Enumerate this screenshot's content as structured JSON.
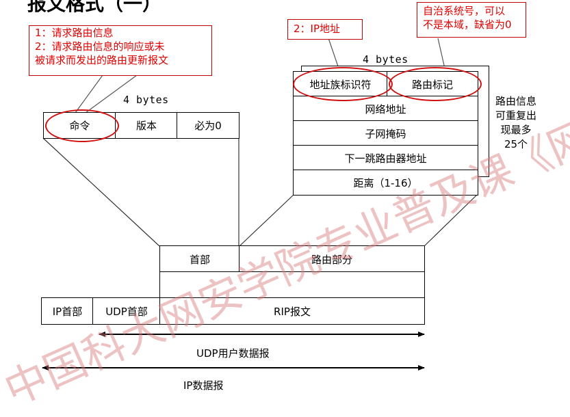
{
  "title_fragment": "报文格式（一）",
  "watermark": "中国科大网安学院专业普及课《网络协议安全》",
  "callouts": {
    "command": [
      "1：请求路由信息",
      "2：请求路由信息的响应或未",
      "被请求而发出的路由更新报文"
    ],
    "ip_address": "2：IP地址",
    "route_tag": [
      "自治系统号，可以",
      "不是本域，缺省为0"
    ]
  },
  "header_box": {
    "bytes_label": "4 bytes",
    "cells": [
      "命令",
      "版本",
      "必为0"
    ]
  },
  "route_box": {
    "bytes_label": "4 bytes",
    "top_cells": [
      "地址族标识符",
      "路由标记"
    ],
    "rows": [
      "网络地址",
      "子网掩码",
      "下一跳路由器地址",
      "距离（1-16）"
    ],
    "side_note": [
      "路由信息",
      "可重复出",
      "现最多",
      "25个"
    ]
  },
  "rip_box": {
    "header": "首部",
    "route_part": "路由部分"
  },
  "packet": {
    "ip_header": "IP首部",
    "udp_header": "UDP首部",
    "rip_message": "RIP报文"
  },
  "arrows": {
    "udp": "UDP用户数据报",
    "ip": "IP数据报"
  }
}
